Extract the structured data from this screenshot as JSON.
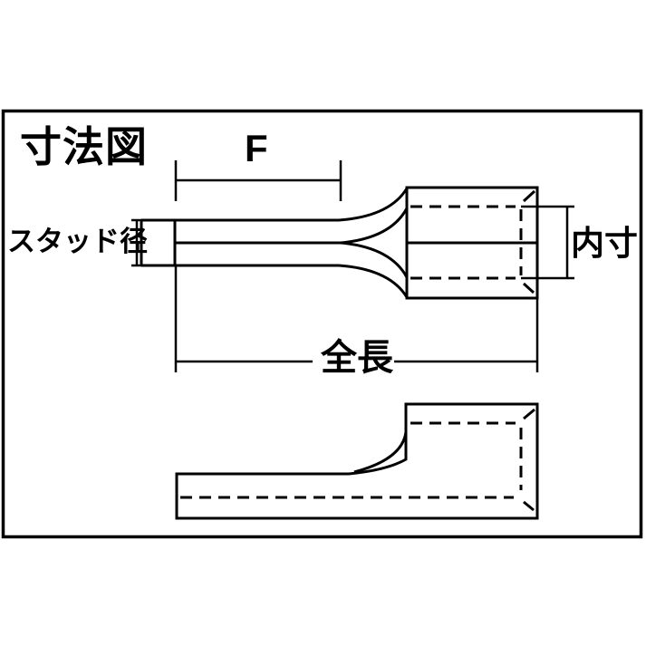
{
  "title": "寸法図",
  "dimension_labels": {
    "f": "F",
    "stud_diameter": "スタッド径",
    "inner_width": "内寸",
    "overall_length": "全長"
  },
  "drawing": {
    "type": "technical-dimension-diagram",
    "subject": "pin-type crimp terminal (top view and side view)",
    "views": [
      "top-view",
      "side-view"
    ],
    "colors": {
      "line": "#000000",
      "background": "#ffffff"
    }
  }
}
